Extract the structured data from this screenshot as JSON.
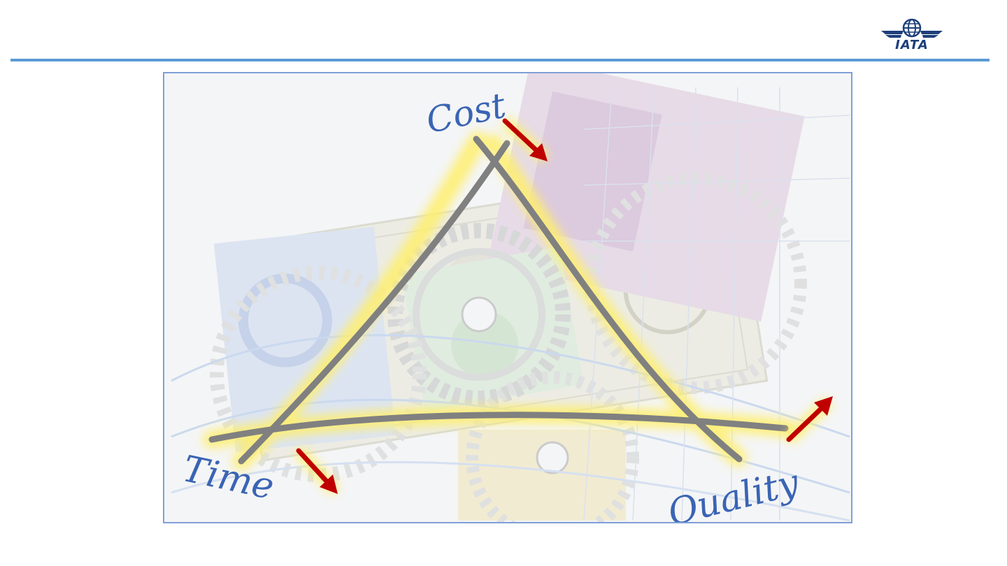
{
  "logo": {
    "text": "IATA",
    "icon": "globe-wings-icon"
  },
  "illustration": {
    "labels": {
      "cost": "Cost",
      "time": "Time",
      "quality": "Quality"
    },
    "arrow_color": "#c00000",
    "triangle_color": "#808080",
    "glow_color": "#ffef6a",
    "label_color": "#3a64b4"
  },
  "colors": {
    "rule": "#5b9bd5",
    "frame_border": "#7f9fd6"
  }
}
